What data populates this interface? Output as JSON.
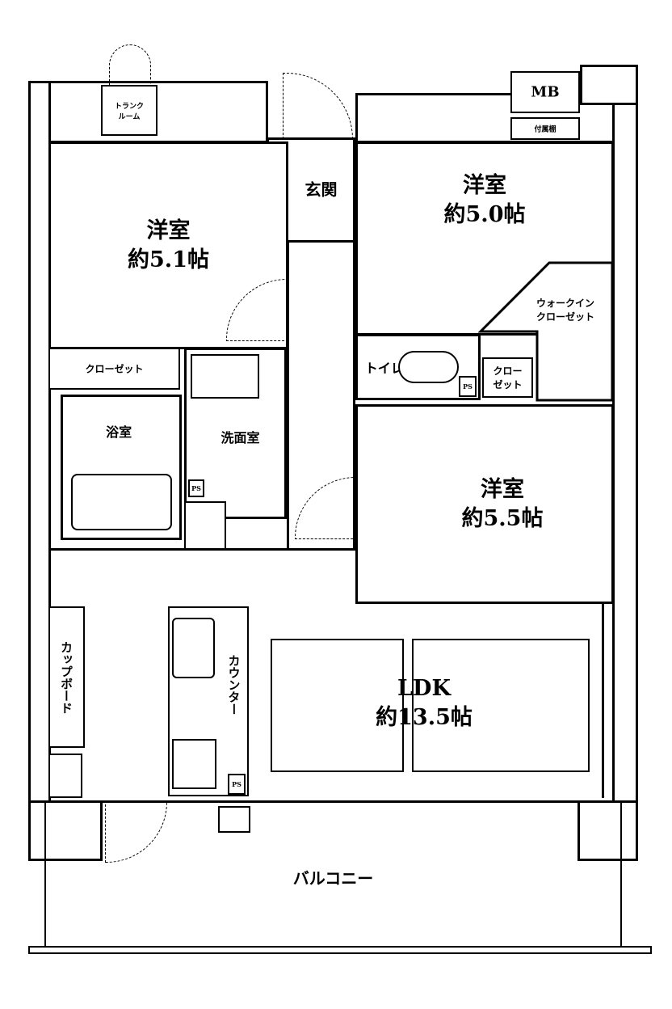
{
  "rooms": {
    "western_1": {
      "name": "洋室",
      "size": "約5.1帖"
    },
    "western_2": {
      "name": "洋室",
      "size": "約5.0帖"
    },
    "western_3": {
      "name": "洋室",
      "size": "約5.5帖"
    },
    "ldk": {
      "name": "LDK",
      "size": "約13.5帖"
    },
    "entrance": "玄関",
    "closet_1": "クローゼット",
    "walk_in_closet": [
      "ウォークイン",
      "クローゼット"
    ],
    "closet_2": [
      "クロー",
      "ゼット"
    ],
    "toilet": "トイレ",
    "bath": "浴室",
    "washroom": "洗面室",
    "trunk_room": [
      "トランク",
      "ルーム"
    ],
    "mb": "MB",
    "shelf": "付属棚",
    "cupboard": "カップボード",
    "counter": "カウンター",
    "balcony": "バルコニー",
    "ps": "PS"
  }
}
